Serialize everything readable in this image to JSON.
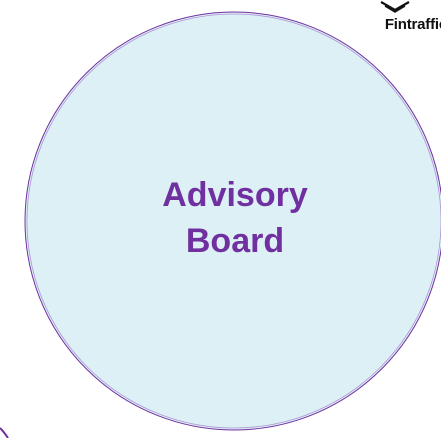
{
  "diagram": {
    "circle": {
      "label_line1": "Advisory",
      "label_line2": "Board",
      "fill_color": "#ddf0f6",
      "stroke_color": "#7030a0",
      "text_color": "#7030a0"
    }
  },
  "logo": {
    "text": "Fintraffic",
    "icon": "fintraffic-logo-icon"
  }
}
